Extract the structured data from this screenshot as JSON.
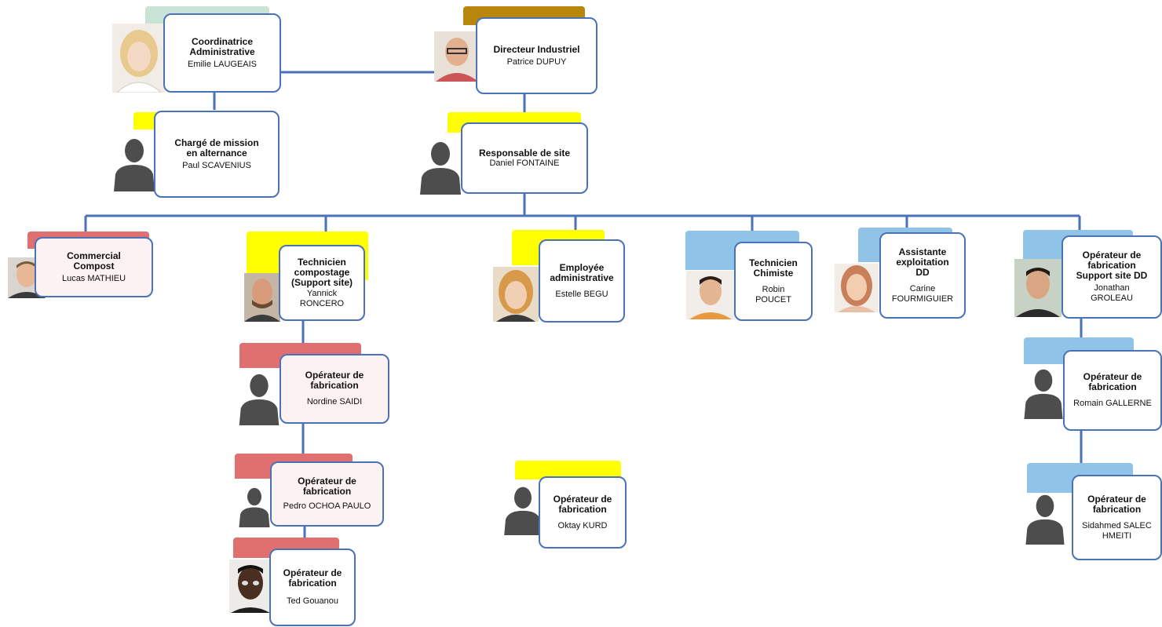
{
  "colors": {
    "connector": "#4a72b8",
    "card_border": "#4a72b8",
    "silhouette": "#4d4d4d",
    "tab_green": "#c9e4d6",
    "tab_gold": "#b8860b",
    "tab_yellow": "#ffff00",
    "tab_red": "#e07070",
    "tab_blue": "#8fc3e8"
  },
  "nodes": {
    "coordinatrice": {
      "title": "Coordinatrice\nAdministrative",
      "name": "Emilie LAUGEAIS",
      "avatar": "photo-woman-blonde"
    },
    "directeur": {
      "title": "Directeur Industriel",
      "name": "Patrice DUPUY",
      "avatar": "photo-man-glasses"
    },
    "charge_mission": {
      "title": "Chargé de mission\nen alternance",
      "name": "Paul SCAVENIUS",
      "avatar": "silhouette-icon"
    },
    "responsable_site": {
      "title": "Responsable de site",
      "name": "Daniel FONTAINE",
      "avatar": "silhouette-icon"
    },
    "commercial": {
      "title": "Commercial\nCompost",
      "name": "Lucas MATHIEU",
      "avatar": "photo-man-young"
    },
    "technicien_compostage": {
      "title": "Technicien\ncompostage\n(Support site)",
      "name": "Yannick\nRONCERO",
      "avatar": "photo-man-bald"
    },
    "employee_admin": {
      "title": "Employée\nadministrative",
      "name": "Estelle BEGU",
      "avatar": "photo-woman-redhead"
    },
    "technicien_chimiste": {
      "title": "Technicien\nChimiste",
      "name": "Robin\nPOUCET",
      "avatar": "photo-man-dark-hair"
    },
    "assistante_exploitation": {
      "title": "Assistante\nexploitation\nDD",
      "name": "Carine\nFOURMIGUIER",
      "avatar": "photo-woman-auburn"
    },
    "operateur_support_dd": {
      "title": "Opérateur de\nfabrication\nSupport site DD",
      "name": "Jonathan\nGROLEAU",
      "avatar": "photo-man-dark-hair-2"
    },
    "operateur_saidi": {
      "title": "Opérateur de\nfabrication",
      "name": "Nordine SAIDI",
      "avatar": "silhouette-icon"
    },
    "operateur_ochoa": {
      "title": "Opérateur de\nfabrication",
      "name": "Pedro OCHOA PAULO",
      "avatar": "silhouette-icon"
    },
    "operateur_gouanou": {
      "title": "Opérateur de\nfabrication",
      "name": "Ted Gouanou",
      "avatar": "photo-man-dark-skin"
    },
    "operateur_kurd": {
      "title": "Opérateur de\nfabrication",
      "name": "Oktay KURD",
      "avatar": "silhouette-icon"
    },
    "operateur_gallerne": {
      "title": "Opérateur de\nfabrication",
      "name": "Romain GALLERNE",
      "avatar": "silhouette-icon"
    },
    "operateur_hmeiti": {
      "title": "Opérateur de\nfabrication",
      "name": "Sidahmed SALEC\nHMEITI",
      "avatar": "silhouette-icon"
    }
  }
}
